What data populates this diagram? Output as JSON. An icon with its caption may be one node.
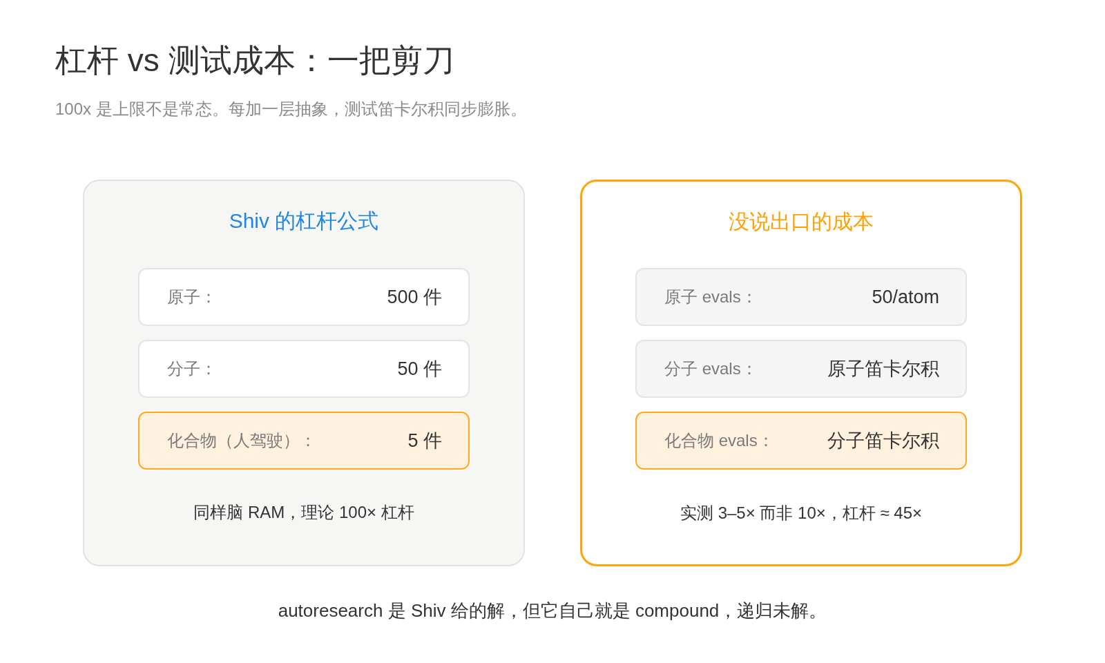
{
  "diagram": {
    "title": "杠杆 vs 测试成本：一把剪刀",
    "caption": "autoresearch 是 Shiv 给的解，但它自己就是 compound，递归未解。",
    "nodes": [
      {
        "text": [
          "Shiv 的杠杆公式",
          "同样脑 RAM，理论 100× 杠杆"
        ]
      },
      {
        "text": [
          "原子：",
          "500 件"
        ],
        "in": 0
      },
      {
        "text": [
          "分子：",
          "50 件"
        ],
        "in": 0
      },
      {
        "text": [
          "化合物（人驾驶）：",
          "5 件"
        ],
        "in": 0
      },
      {
        "text": [
          "没说出口的成本",
          "实测 3–5× 而非 10×，杠杆 ≈ 45×"
        ]
      },
      {
        "text": [
          "原子 evals：",
          "50/atom"
        ],
        "in": 4
      },
      {
        "text": [
          "分子 evals：",
          "原子笛卡尔积"
        ],
        "in": 4
      },
      {
        "text": [
          "化合物 evals：",
          "分子笛卡尔积"
        ],
        "in": 4
      }
    ],
    "labels": [
      "100x 是上限不是常态。每加一层抽象，测试笛卡尔积同步膨胀。"
    ]
  }
}
